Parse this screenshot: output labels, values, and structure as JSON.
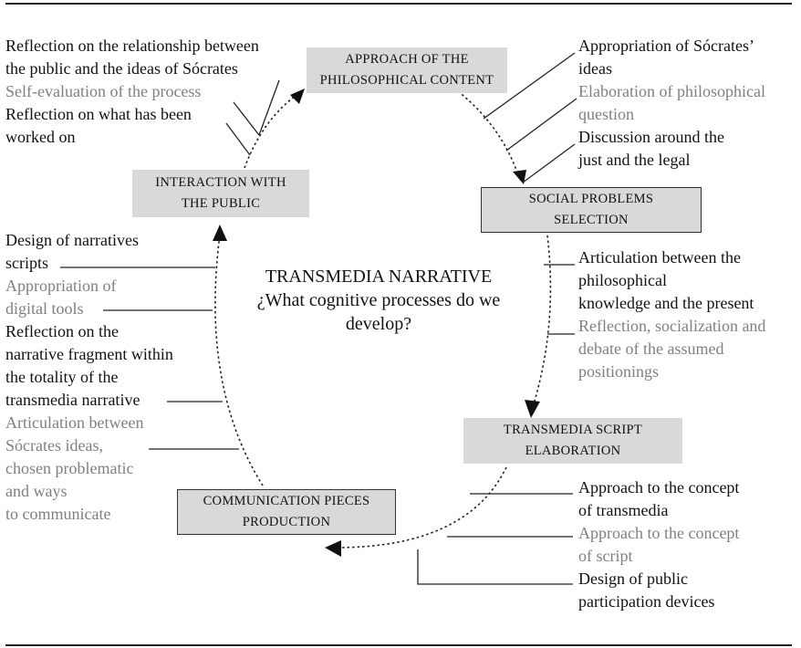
{
  "center": {
    "title_line1": "TRANSMEDIA",
    "title_line2": "NARRATIVE",
    "question_line1": "¿What cognitive processes",
    "question_line2": "do we develop?"
  },
  "stages": {
    "approach": {
      "line1": "APPROACH OF THE",
      "line2": "PHILOSOPHICAL CONTENT"
    },
    "social": {
      "line1": "SOCIAL PROBLEMS",
      "line2": "SELECTION"
    },
    "script": {
      "line1": "TRANSMEDIA SCRIPT",
      "line2": "ELABORATION"
    },
    "communication": {
      "line1": "COMMUNICATION PIECES",
      "line2": "PRODUCTION"
    },
    "interaction": {
      "line1": "INTERACTION WITH",
      "line2": "THE PUBLIC"
    }
  },
  "notes": {
    "top_left": {
      "n1": [
        "Reflection on the relationship between",
        "the public and the ideas of Sócrates"
      ],
      "n2": [
        "Self-evaluation of the process"
      ],
      "n3": [
        "Reflection on what has been",
        "worked on"
      ]
    },
    "top_right": {
      "n1": [
        "Appropriation of Sócrates’",
        "ideas"
      ],
      "n2": [
        "Elaboration of philosophical",
        "question"
      ],
      "n3": [
        "Discussion around the",
        "just and the legal"
      ]
    },
    "middle_right": {
      "n1": [
        "Articulation between the",
        "philosophical",
        "knowledge and the present"
      ],
      "n2": [
        "Reflection, socialization and",
        "debate of the assumed",
        "positionings"
      ]
    },
    "bottom_right": {
      "n1": [
        "Approach to the concept",
        "of transmedia"
      ],
      "n2": [
        "Approach to the concept",
        "of script"
      ],
      "n3": [
        "Design of public",
        "participation devices"
      ]
    },
    "left": {
      "n1": [
        "Design of narratives",
        "scripts"
      ],
      "n2": [
        "Appropriation of",
        "digital tools"
      ],
      "n3": [
        "Reflection on the",
        "narrative fragment within",
        "the totality of the",
        "transmedia narrative"
      ],
      "n4": [
        "Articulation between",
        "Sócrates ideas,",
        "chosen problematic",
        "and ways",
        "to communicate"
      ]
    }
  }
}
